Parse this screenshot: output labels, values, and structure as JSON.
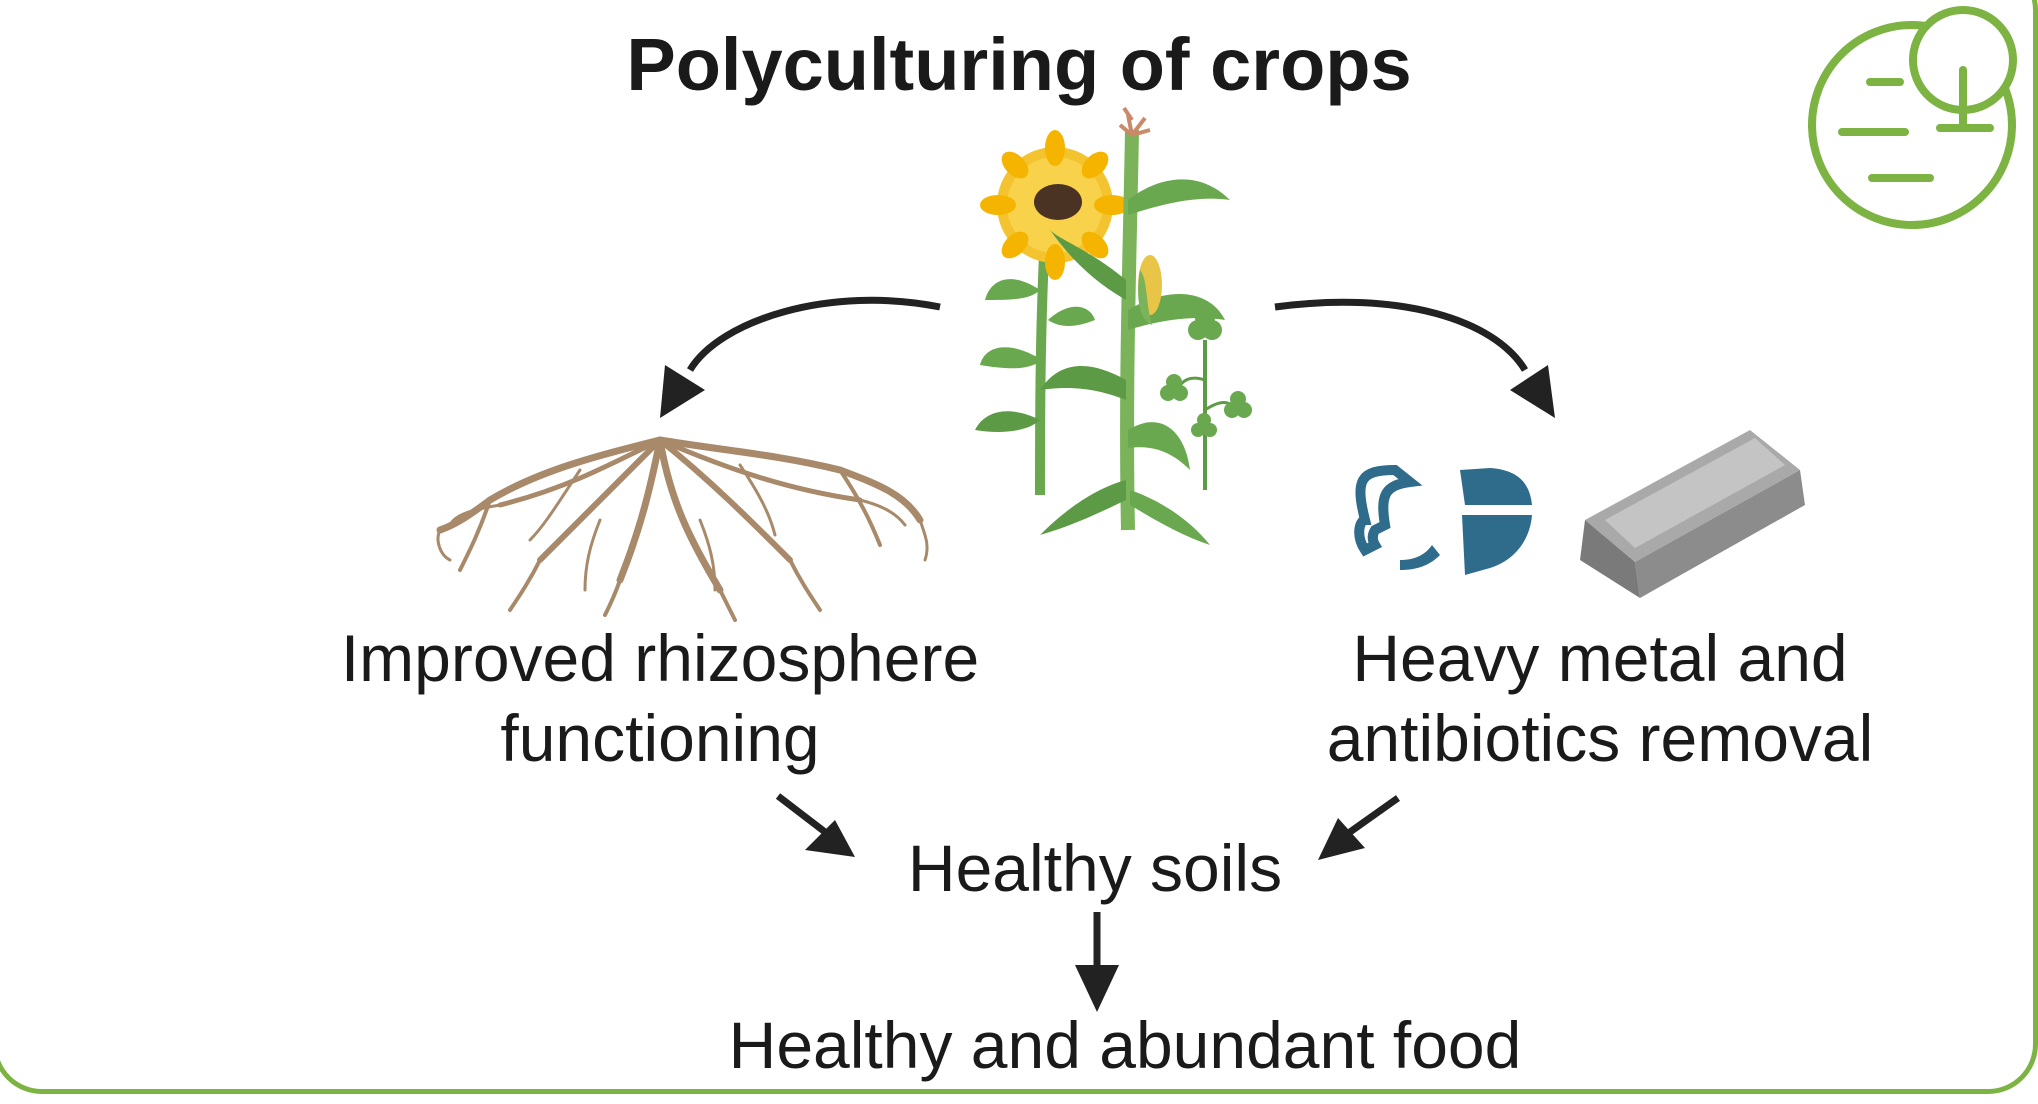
{
  "diagram": {
    "title": "Polyculturing of crops",
    "left_outcome": {
      "line1": "Improved rhizosphere",
      "line2": "functioning"
    },
    "right_outcome": {
      "line1": "Heavy metal and",
      "line2": "antibiotics removal"
    },
    "middle_outcome": "Healthy soils",
    "final_outcome": "Healthy and abundant food"
  },
  "colors": {
    "frame_green": "#7cb342",
    "logo_green": "#7cb342",
    "arrow": "#222222",
    "root_brown": "#a88a6a",
    "sunflower_yellow": "#f4c430",
    "sunflower_center": "#4a3322",
    "leaf_green": "#6aa84f",
    "antibiotic_blue": "#2f6b8a",
    "metal_gray": "#8c8c8c"
  },
  "icons": {
    "logo": "tree-circle-logo-icon",
    "plants": "polyculture-plants-icon",
    "roots": "root-system-icon",
    "antibiotic": "capsule-pill-icon",
    "metal": "metal-ingot-icon"
  }
}
